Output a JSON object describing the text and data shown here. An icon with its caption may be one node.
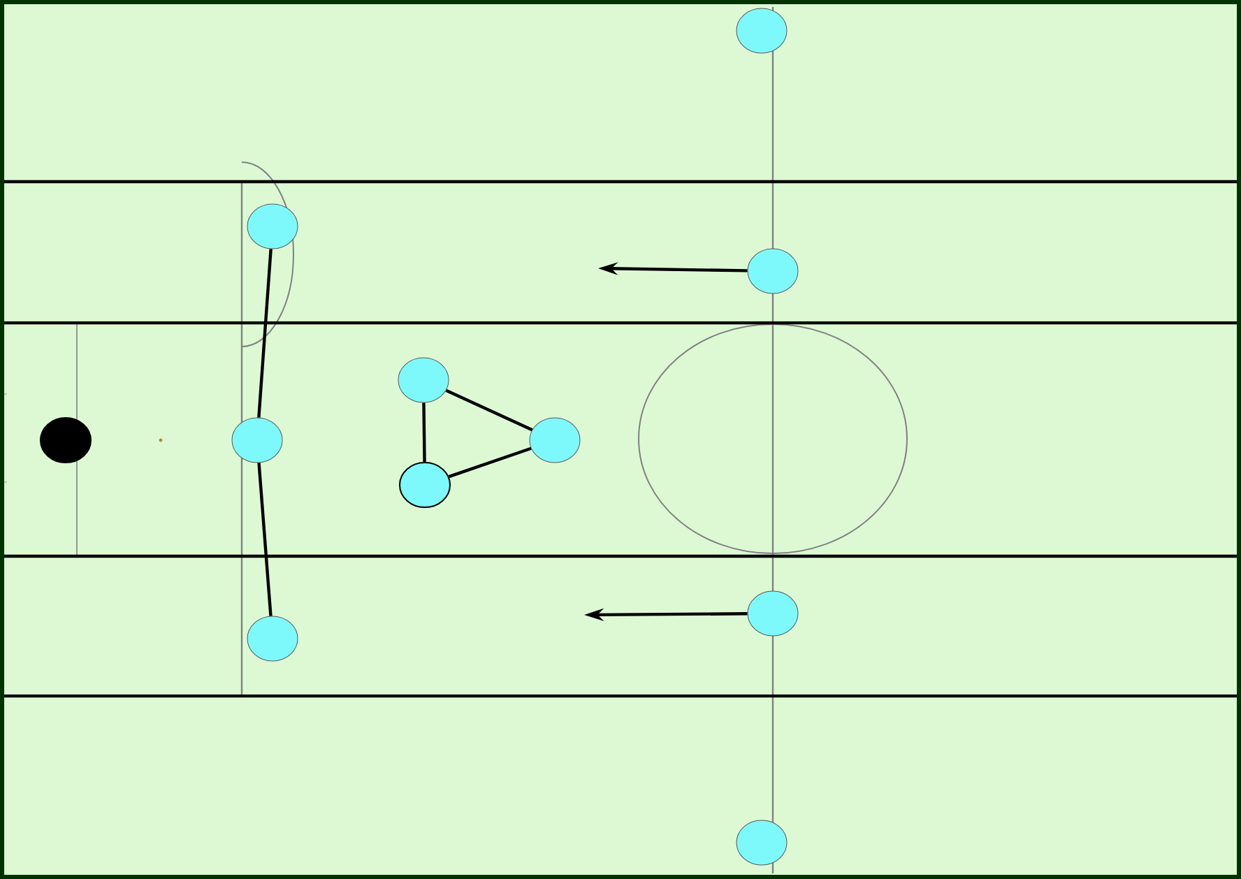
{
  "diagram": {
    "nodes": [
      {
        "text": [],
        "shape": "circle"
      },
      {
        "text": [],
        "shape": "circle"
      },
      {
        "text": [],
        "shape": "circle"
      },
      {
        "text": [],
        "shape": "circle"
      },
      {
        "text": [],
        "shape": "circle"
      },
      {
        "text": [],
        "shape": "circle"
      },
      {
        "text": [],
        "shape": "circle"
      },
      {
        "text": [],
        "shape": "circle"
      },
      {
        "text": [],
        "shape": "circle"
      },
      {
        "text": [],
        "shape": "circle"
      },
      {
        "text": [],
        "shape": "circle"
      }
    ],
    "edges": [
      {
        "from": 1,
        "to": 2,
        "arrow": "none"
      },
      {
        "from": 2,
        "to": 3,
        "arrow": "none"
      },
      {
        "from": 4,
        "to": 5,
        "arrow": "none"
      },
      {
        "from": 4,
        "to": 6,
        "arrow": "none"
      },
      {
        "from": 5,
        "to": 6,
        "arrow": "none"
      },
      {
        "from": 8,
        "to": null,
        "arrow": "to"
      },
      {
        "from": 9,
        "to": null,
        "arrow": "to"
      }
    ]
  }
}
